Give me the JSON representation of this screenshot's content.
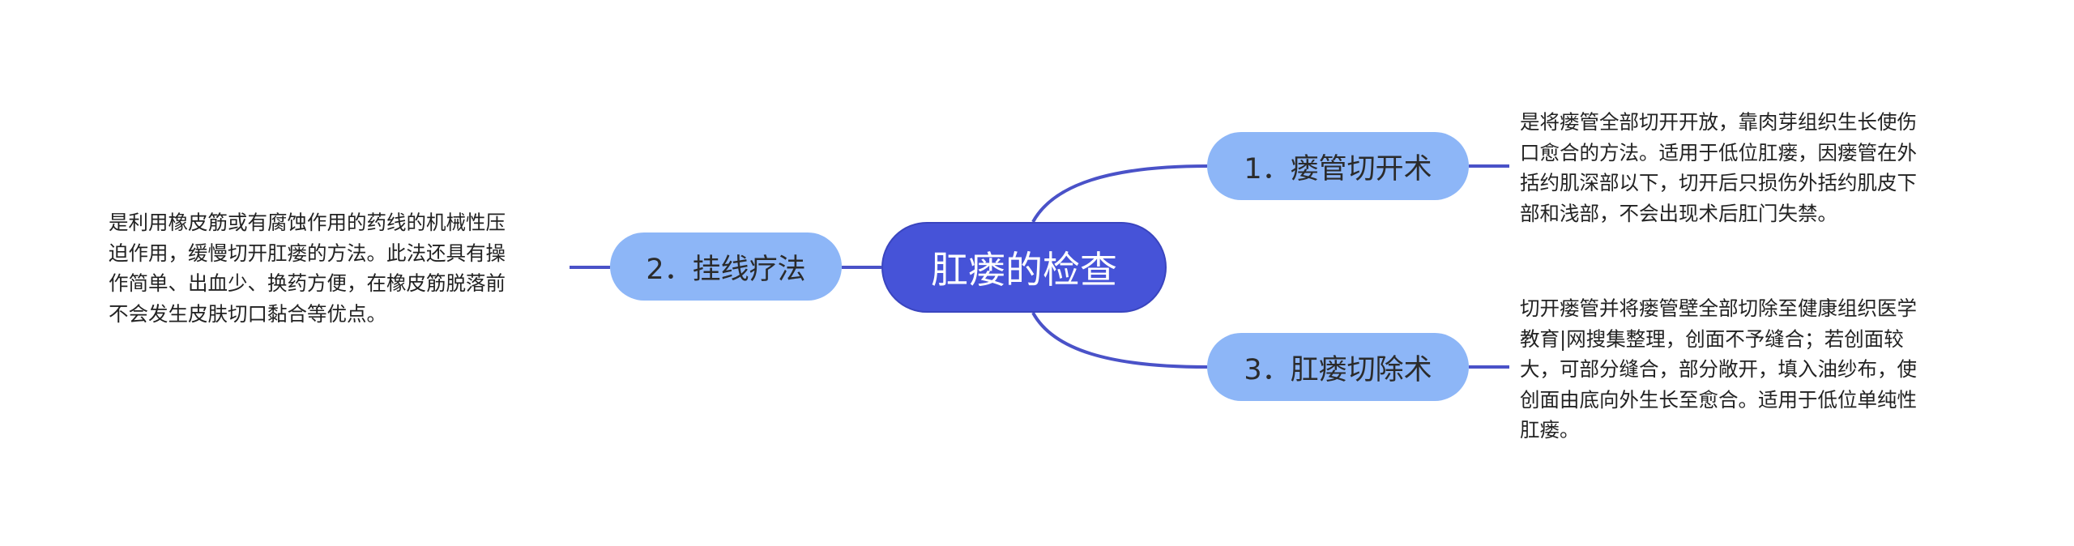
{
  "diagram": {
    "type": "mind-map",
    "colors": {
      "root_fill": "#4653d8",
      "branch_fill": "#8db6f7",
      "connector": "#4a52c8",
      "text": "#222222"
    },
    "root": {
      "label": "肛瘘的检查"
    },
    "branches": [
      {
        "label": "1．瘘管切开术",
        "description_lines": [
          "是将瘘管全部切开开放，靠肉芽组织生长使伤",
          "口愈合的方法。适用于低位肛瘘，因瘘管在外",
          "括约肌深部以下，切开后只损伤外括约肌皮下",
          "部和浅部，不会出现术后肛门失禁。"
        ]
      },
      {
        "label": "2．挂线疗法",
        "description_lines": [
          "是利用橡皮筋或有腐蚀作用的药线的机械性压",
          "迫作用，缓慢切开肛瘘的方法。此法还具有操",
          "作简单、出血少、换药方便，在橡皮筋脱落前",
          "不会发生皮肤切口黏合等优点。"
        ]
      },
      {
        "label": "3．肛瘘切除术",
        "description_lines": [
          "切开瘘管并将瘘管壁全部切除至健康组织医学",
          "教育|网搜集整理，创面不予缝合；若创面较",
          "大，可部分缝合，部分敞开，填入油纱布，使",
          "创面由底向外生长至愈合。适用于低位单纯性",
          "肛瘘。"
        ]
      }
    ]
  }
}
